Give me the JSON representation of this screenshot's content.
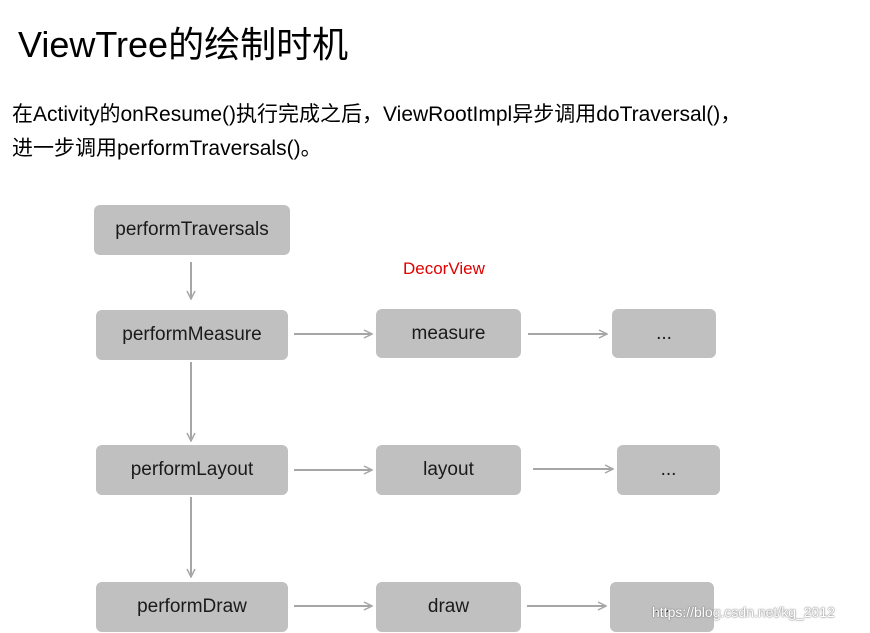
{
  "title": "ViewTree的绘制时机",
  "description": {
    "line1": "在Activity的onResume()执行完成之后，ViewRootImpl异步调用doTraversal()，",
    "line2": "进一步调用performTraversals()。"
  },
  "diagram": {
    "annotation": "DecorView",
    "annotation_color": "#e00000",
    "node_color": "#c0c0c0",
    "arrow_color": "#a6a6a6",
    "nodes": {
      "perform_traversals": "performTraversals",
      "perform_measure": "performMeasure",
      "measure": "measure",
      "measure_more": "...",
      "perform_layout": "performLayout",
      "layout": "layout",
      "layout_more": "...",
      "perform_draw": "performDraw",
      "draw": "draw",
      "draw_more": "..."
    }
  },
  "watermark": "https://blog.csdn.net/kg_2012"
}
